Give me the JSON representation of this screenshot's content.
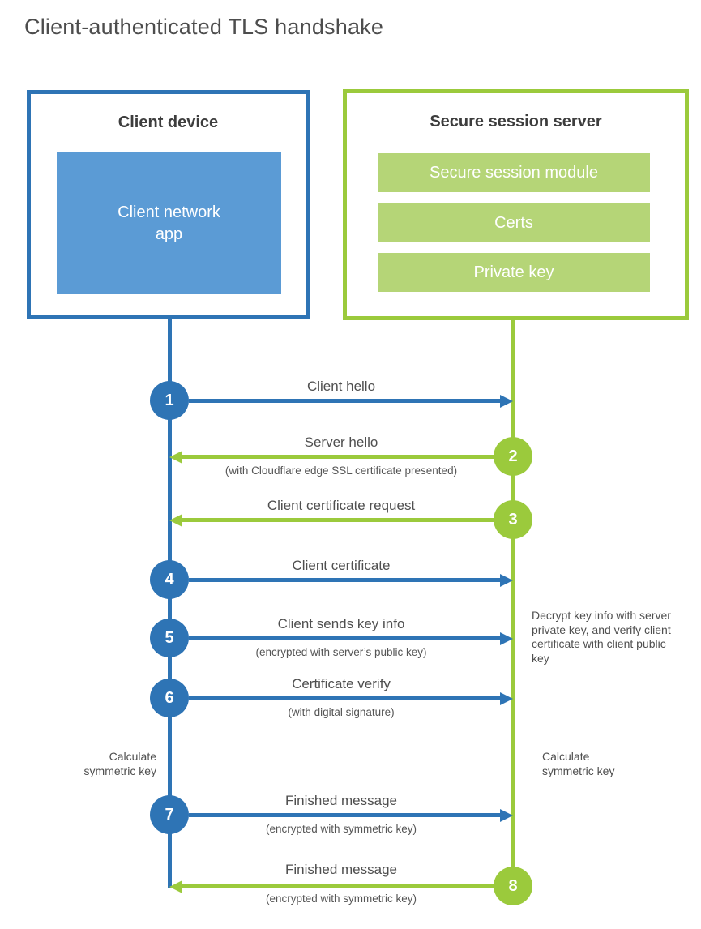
{
  "title": "Client-authenticated TLS handshake",
  "colors": {
    "client_blue": "#2e74b5",
    "client_fill_blue": "#5b9bd5",
    "server_green": "#9bca3c",
    "server_fill_green": "#b5d577",
    "heading_dark": "#3d3d3d",
    "label_gray": "#4f4f4f"
  },
  "client": {
    "title": "Client device",
    "app_label": "Client network\napp"
  },
  "server": {
    "title": "Secure session server",
    "modules": [
      {
        "label": "Secure session module"
      },
      {
        "label": "Certs"
      },
      {
        "label": "Private key"
      }
    ]
  },
  "steps": [
    {
      "num": "1",
      "label": "Client hello",
      "sub": "",
      "from": "client",
      "direction": "right"
    },
    {
      "num": "2",
      "label": "Server hello",
      "sub": "(with Cloudflare edge SSL certificate presented)",
      "from": "server",
      "direction": "left"
    },
    {
      "num": "3",
      "label": "Client certificate request",
      "sub": "",
      "from": "server",
      "direction": "left"
    },
    {
      "num": "4",
      "label": "Client certificate",
      "sub": "",
      "from": "client",
      "direction": "right"
    },
    {
      "num": "5",
      "label": "Client sends key info",
      "sub": "(encrypted with server’s public key)",
      "from": "client",
      "direction": "right"
    },
    {
      "num": "6",
      "label": "Certificate verify",
      "sub": "(with digital signature)",
      "from": "client",
      "direction": "right"
    },
    {
      "num": "7",
      "label": "Finished message",
      "sub": "(encrypted with symmetric key)",
      "from": "client",
      "direction": "right"
    },
    {
      "num": "8",
      "label": "Finished message",
      "sub": "(encrypted with symmetric key)",
      "from": "server",
      "direction": "left"
    }
  ],
  "notes": {
    "decrypt": "Decrypt key info with server private key, and verify client certificate with client public key",
    "calc_left": "Calculate\nsymmetric key",
    "calc_right": "Calculate\nsymmetric key"
  }
}
